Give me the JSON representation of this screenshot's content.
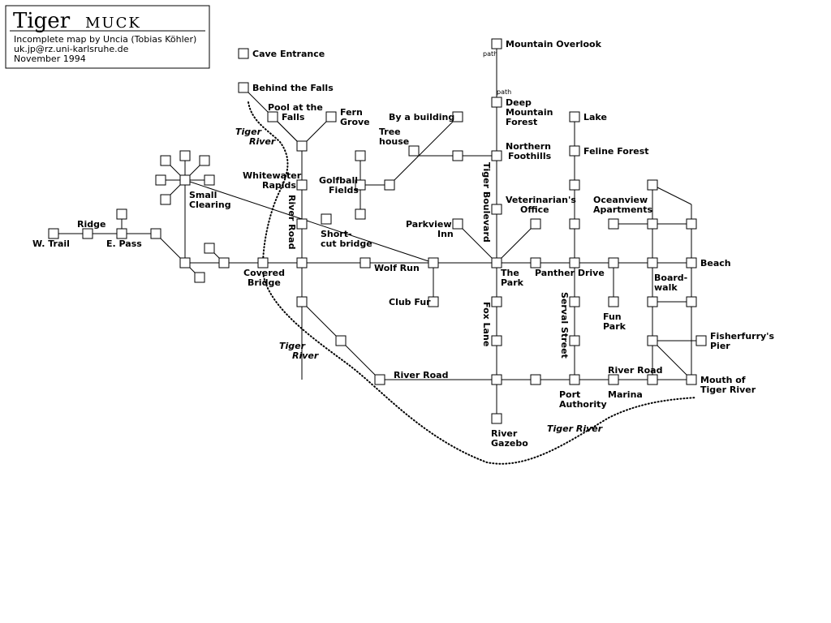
{
  "header": {
    "title_main": "Tiger",
    "title_small": "MUCK",
    "lines": [
      "Incomplete map by Uncia (Tobias Köhler)",
      "uk.jp@rz.uni-karlsruhe.de",
      "November 1994"
    ]
  },
  "rooms": {
    "cave_entrance": "Cave Entrance",
    "behind_falls": "Behind the Falls",
    "pool_falls": [
      "Pool at the",
      "Falls"
    ],
    "fern_grove": [
      "Fern",
      "Grove"
    ],
    "whitewater": [
      "Whitewater",
      "Rapids"
    ],
    "small_clearing": [
      "Small",
      "Clearing"
    ],
    "shortcut_bridge": [
      "Short-",
      "cut bridge"
    ],
    "ridge": "Ridge",
    "w_trail": "W. Trail",
    "e_pass": "E. Pass",
    "covered_bridge": [
      "Covered",
      "Bridge"
    ],
    "wolf_run": "Wolf Run",
    "club_fur": "Club Fur",
    "river_road_west": "River Road",
    "by_building": "By a building",
    "tree_house": [
      "Tree",
      "house"
    ],
    "golfball": [
      "Golfball",
      "Fields"
    ],
    "mountain_overlook": "Mountain Overlook",
    "deep_forest": [
      "Deep",
      "Mountain",
      "Forest"
    ],
    "northern_foothills": [
      "Northern",
      "Foothills"
    ],
    "vet_office": [
      "Veterinarian's",
      "Office"
    ],
    "parkview_inn": [
      "Parkview",
      "Inn"
    ],
    "the_park": [
      "The",
      "Park"
    ],
    "lake": "Lake",
    "feline_forest": "Feline Forest",
    "oceanview": [
      "Oceanview",
      "Apartments"
    ],
    "panther_drive": "Panther Drive",
    "beach": "Beach",
    "boardwalk": [
      "Board-",
      "walk"
    ],
    "fun_park": [
      "Fun",
      "Park"
    ],
    "fisherfurry": [
      "Fisherfurry's",
      "Pier"
    ],
    "river_road_east": "River Road",
    "port_authority": [
      "Port",
      "Authority"
    ],
    "marina": "Marina",
    "mouth_river": [
      "Mouth of",
      "Tiger River"
    ],
    "river_gazebo": [
      "River",
      "Gazebo"
    ]
  },
  "streets": {
    "river_road_vertical": "River Road",
    "tiger_boulevard": "Tiger Boulevard",
    "fox_lane": "Fox Lane",
    "serval_street": "Serval Street"
  },
  "rivers": {
    "upper": [
      "Tiger",
      "River"
    ],
    "middle": [
      "Tiger",
      "River"
    ],
    "lower": "Tiger River"
  },
  "path_labels": {
    "top": "path",
    "mid": "path"
  }
}
